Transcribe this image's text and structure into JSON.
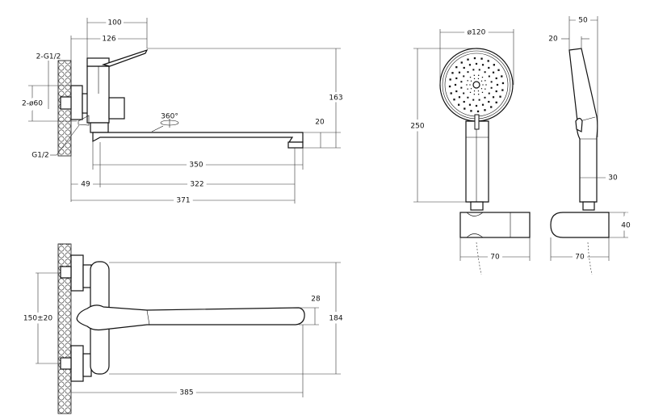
{
  "top_view": {
    "dims": {
      "d100": "100",
      "d126": "126",
      "d163": "163",
      "d20": "20",
      "d350": "350",
      "d322": "322",
      "d49": "49",
      "d371": "371"
    },
    "labels": {
      "inlet": "2-G1/2",
      "flange": "2-ø60",
      "thread": "G1/2",
      "rotation": "360°"
    }
  },
  "plan_view": {
    "dims": {
      "d150": "150±20",
      "d184": "184",
      "d28": "28",
      "d385": "385"
    }
  },
  "shower_front": {
    "dims": {
      "d120": "ø120",
      "d250": "250",
      "d70": "70"
    }
  },
  "shower_side": {
    "dims": {
      "d50": "50",
      "d20": "20",
      "d30": "30",
      "d40": "40",
      "d70": "70"
    }
  }
}
